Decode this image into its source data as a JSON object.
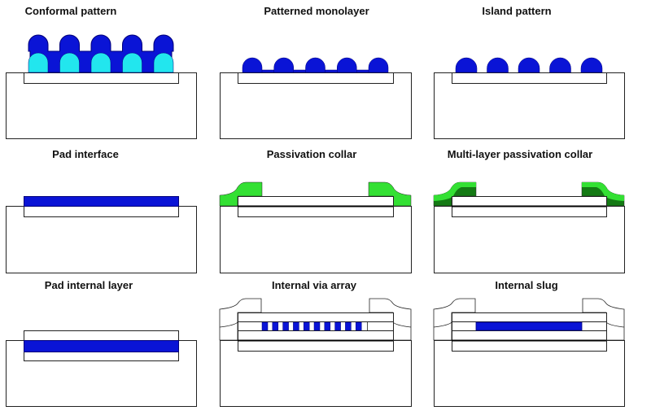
{
  "colors": {
    "outline": "#222222",
    "substrate": "#ffffff",
    "metal_blue": "#0a14d6",
    "metal_blue_outline": "#00007a",
    "cyan": "#22e6ee",
    "green": "#33e033",
    "dark_green": "#147a14"
  },
  "panels": [
    {
      "id": "conformal-pattern",
      "title": "Conformal pattern",
      "bumps": 5
    },
    {
      "id": "patterned-monolayer",
      "title": "Patterned monolayer",
      "bumps": 5
    },
    {
      "id": "island-pattern",
      "title": "Island pattern",
      "bumps": 5
    },
    {
      "id": "pad-interface",
      "title": "Pad interface"
    },
    {
      "id": "passivation-collar",
      "title": "Passivation collar"
    },
    {
      "id": "multi-layer-passivation-collar",
      "title": "Multi-layer passivation collar"
    },
    {
      "id": "pad-internal-layer",
      "title": "Pad internal layer"
    },
    {
      "id": "internal-via-array",
      "title": "Internal via array",
      "vias": 10
    },
    {
      "id": "internal-slug",
      "title": "Internal slug"
    }
  ]
}
